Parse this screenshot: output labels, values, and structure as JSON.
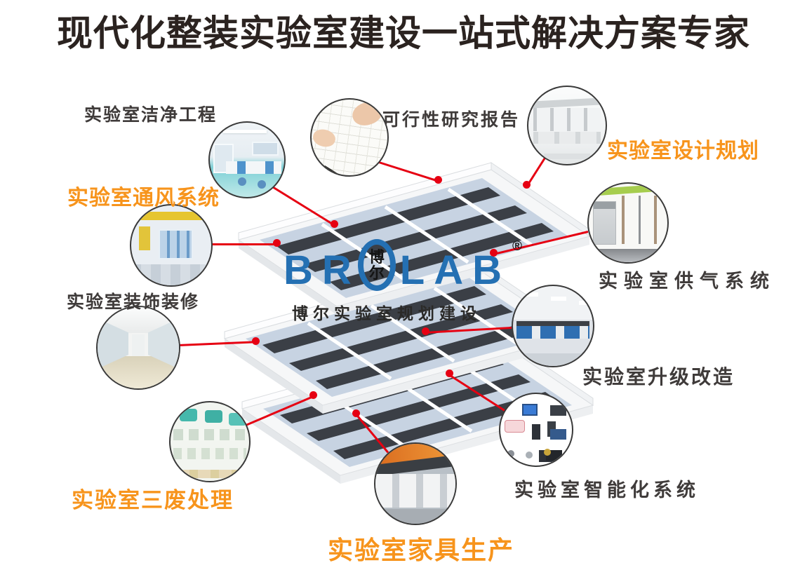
{
  "palette": {
    "orange": "#F7941C",
    "red": "#E60012",
    "brand_blue": "#2470B3",
    "title_color": "#2B2320"
  },
  "title": "现代化整装实验室建设一站式解决方案专家",
  "logo": {
    "left_letters": "BR",
    "right_letters": "LAB",
    "o_top": "博",
    "o_bottom": "尔",
    "registered": "®",
    "subtitle": "博尔实验室规划建设"
  },
  "services": [
    {
      "id": "clean-engineering",
      "label": "实验室洁净工程",
      "emphasis": "normal",
      "image": "cleanroom-lab-photo"
    },
    {
      "id": "feasibility-report",
      "label": "可行性研究报告",
      "emphasis": "normal",
      "image": "blueprint-drafting-photo"
    },
    {
      "id": "design-planning",
      "label": "实验室设计规划",
      "emphasis": "orange",
      "image": "architectural-render-photo"
    },
    {
      "id": "ventilation-system",
      "label": "实验室通风系统",
      "emphasis": "orange",
      "image": "ventilation-ducts-render"
    },
    {
      "id": "gas-supply-system",
      "label": "实验室供气系统",
      "emphasis": "normal",
      "image": "gas-pipes-photo"
    },
    {
      "id": "decoration-renovation",
      "label": "实验室装饰装修",
      "emphasis": "normal",
      "image": "lab-corridor-photo"
    },
    {
      "id": "upgrade-renovation",
      "label": "实验室升级改造",
      "emphasis": "normal",
      "image": "lab-benches-photo"
    },
    {
      "id": "waste-treatment",
      "label": "实验室三废处理",
      "emphasis": "orange",
      "image": "waste-facility-render"
    },
    {
      "id": "smart-system",
      "label": "实验室智能化系统",
      "emphasis": "normal",
      "image": "network-topology-diagram"
    },
    {
      "id": "furniture-production",
      "label": "实验室家具生产",
      "emphasis": "orange",
      "image": "furniture-factory-photo"
    }
  ]
}
